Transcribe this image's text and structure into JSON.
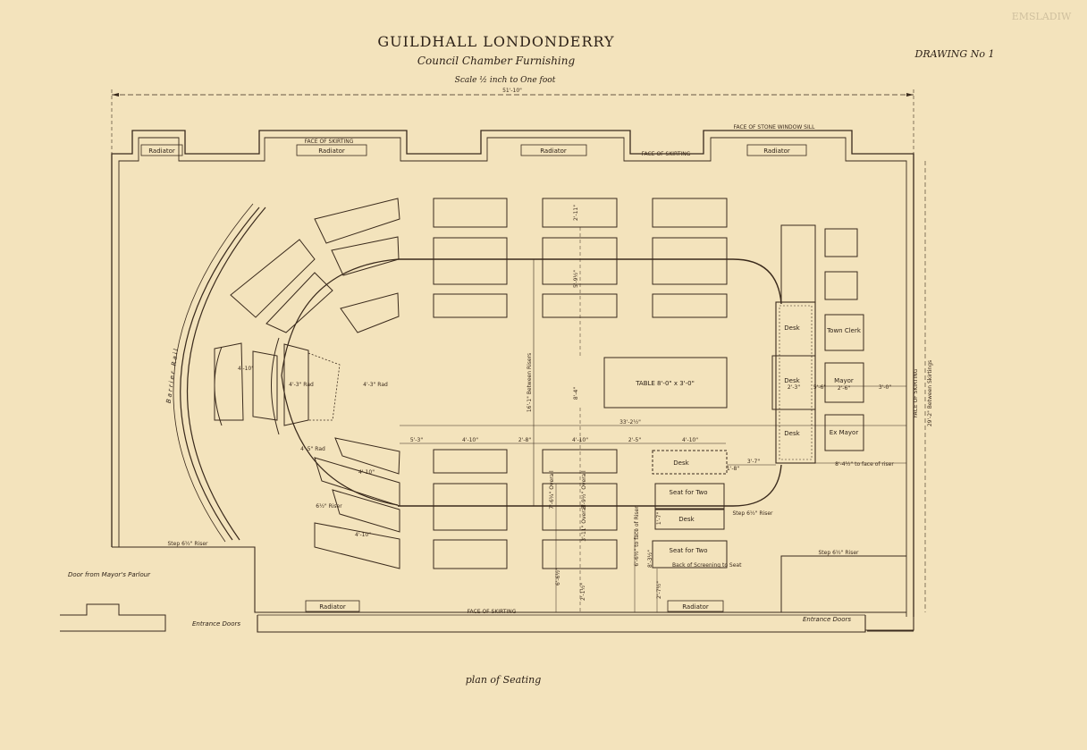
{
  "header": {
    "title": "GUILDHALL LONDONDERRY",
    "subtitle": "Council Chamber Furnishing",
    "scale": "Scale ½ inch to One foot",
    "drawing_no": "DRAWING No 1",
    "corner_stamp": "EMSLADIW"
  },
  "footer": {
    "caption": "plan of Seating"
  },
  "overall_dim": "51'-10\"",
  "notes": {
    "face_skirting_top": "FACE OF SKIRTING",
    "face_skirting_mid": "FACE OF SKIRTING",
    "face_window_sill": "FACE OF STONE WINDOW SILL",
    "face_skirting_bottom": "FACE OF SKIRTING",
    "face_skirting_right": "FACE OF SKIRTING",
    "right_dim": "29'-2\" Between Skirtings",
    "step_left": "Step 6½\" Riser",
    "step_right": "Step 6½\" Riser",
    "step_mid": "Step 6½\" Riser",
    "riser_left": "6½\" Riser",
    "barrier_rail": "Barrier Rail",
    "door_mayor": "Door from Mayor's Parlour",
    "entrance_left": "Entrance Doors",
    "entrance_right": "Entrance Doors",
    "back_screen": "Back of Screening to Seat",
    "face_riser": "8'-4½\" to face of riser"
  },
  "radiators": [
    "Radiator",
    "Radiator",
    "Radiator",
    "Radiator",
    "Radiator",
    "Radiator"
  ],
  "table_label": "TABLE 8'-0\" x 3'-0\"",
  "dais": {
    "desks": [
      "Desk",
      "Desk",
      "Desk"
    ],
    "officials": [
      "Town Clerk",
      "Mayor",
      "Ex Mayor"
    ]
  },
  "front": {
    "desk_top": "Desk",
    "seat1": "Seat for Two",
    "desk_bottom": "Desk",
    "seat2": "Seat for Two"
  },
  "dims": {
    "long_horizontal": "33'-2½\"",
    "vertical_between": "16'-1\" Between Risers",
    "center_vert": "8'-4\"",
    "d1": "5'-3\"",
    "d2": "4'-10\"",
    "d3": "2'-8\"",
    "d4": "4'-10\"",
    "d5": "2'-5\"",
    "d6": "4'-10\"",
    "top_vert": "2'-11\"",
    "top_vert2": "5'-9½\"",
    "bottom_vert1": "6'-6½\"",
    "bottom_vert2": "2'-1½\"",
    "mid1": "7'-6¼\" Overall",
    "mid2": "3'-9½\" Overall",
    "mid3": "3'-11\" Overall",
    "front1": "6'-6½\" to face of Riser",
    "front2": "3'-7\"",
    "dais1": "2'-3\"",
    "dais2": "5'-6\"",
    "dais3": "2'-6\"",
    "dais4": "3'-0\"",
    "dais5": "1'-8\"",
    "arc1": "4'-3\" Rad",
    "arc2": "4'-3\" Rad",
    "arc3": "4'-5\" Rad",
    "arc4": "4'-10\"",
    "arc5": "4'-10\"",
    "arc6": "4'-10\"",
    "b1": "2'-7½\"",
    "b2": "1'-7\"",
    "b3": "8'-3½\""
  }
}
